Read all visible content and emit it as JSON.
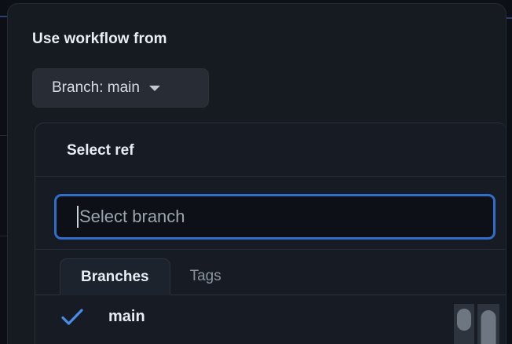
{
  "dialog": {
    "title": "Use workflow from",
    "branch_button": {
      "label": "Branch: main",
      "caret_icon": "chevron-down-icon"
    }
  },
  "ref_picker": {
    "title": "Select ref",
    "search": {
      "value": "",
      "placeholder": "Select branch"
    },
    "tabs": [
      {
        "label": "Branches",
        "active": true
      },
      {
        "label": "Tags",
        "active": false
      }
    ],
    "items": [
      {
        "label": "main",
        "selected": true,
        "check_icon": "check-icon"
      }
    ]
  },
  "scrollbars": [
    {
      "name": "ref-list-scrollbar"
    },
    {
      "name": "page-scrollbar"
    }
  ],
  "colors": {
    "accent_blue": "#316dca",
    "check_blue": "#4a8ce8",
    "surface": "#161b22",
    "panel": "#171c24",
    "page_background": "#0d1117",
    "text_primary": "#e6edf3",
    "text_muted": "#8b949e"
  }
}
